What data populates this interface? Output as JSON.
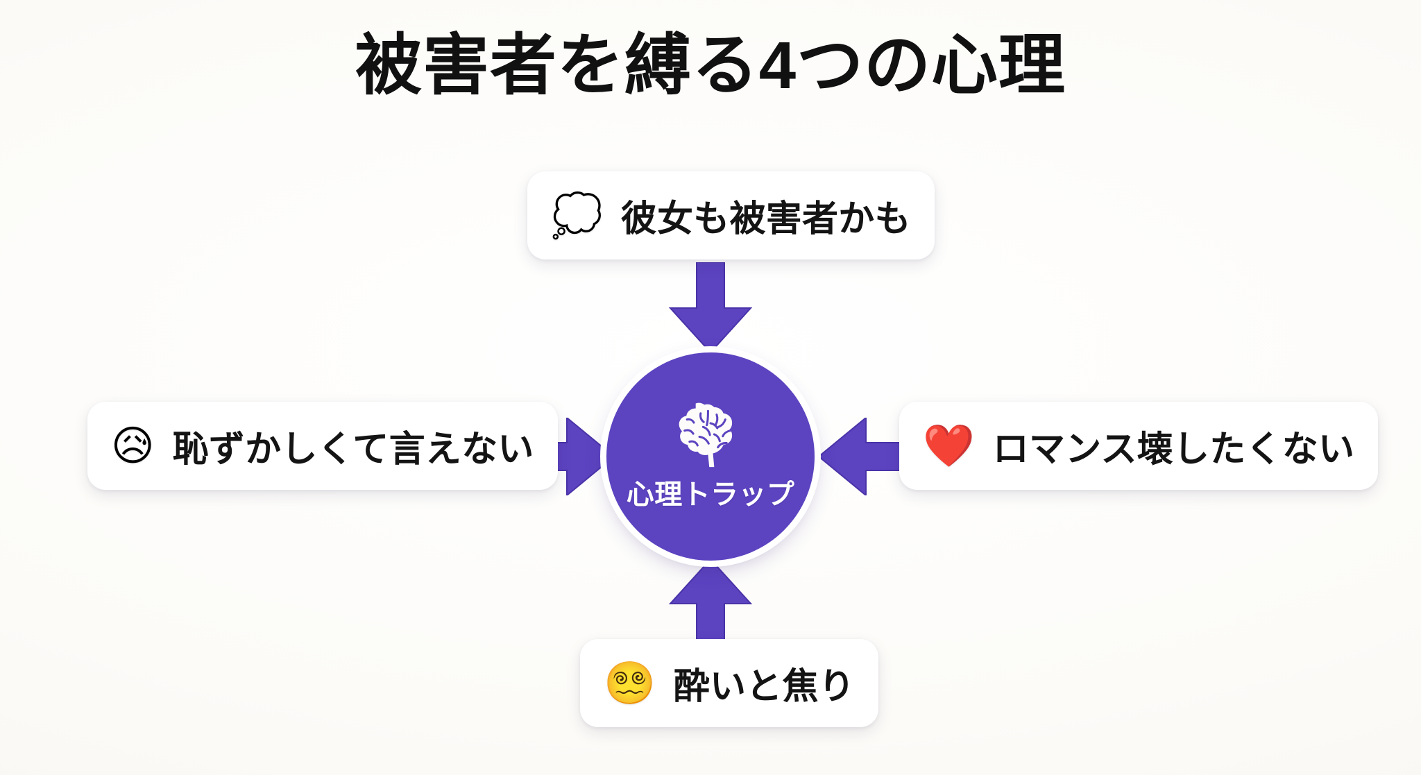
{
  "page": {
    "title": "被害者を縛る4つの心理",
    "background_color": "#fbfaf7",
    "accent_color": "#5c43c0",
    "text_color": "#141414"
  },
  "center": {
    "icon": "brain-icon",
    "label": "心理トラップ",
    "color": "#5c43c0",
    "text_color": "#ffffff"
  },
  "cards": [
    {
      "id": "top",
      "position": "top",
      "emoji": "💭",
      "emoji_name": "thought-balloon-emoji",
      "label": "彼女も被害者かも",
      "arrow_direction": "down"
    },
    {
      "id": "left",
      "position": "left",
      "emoji": "😥",
      "emoji_name": "sad-but-relieved-face-emoji",
      "label": "恥ずかしくて言えない",
      "arrow_direction": "right"
    },
    {
      "id": "right",
      "position": "right",
      "emoji": "❤️",
      "emoji_name": "red-heart-emoji",
      "label": "ロマンス壊したくない",
      "arrow_direction": "left"
    },
    {
      "id": "bottom",
      "position": "bottom",
      "emoji": "😵‍💫",
      "emoji_name": "face-with-spiral-eyes-emoji",
      "label": "酔いと焦り",
      "arrow_direction": "up"
    }
  ]
}
